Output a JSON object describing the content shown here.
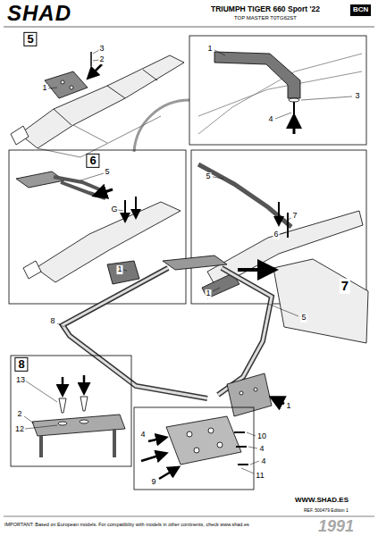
{
  "diagram": {
    "title": "TRIUMPH TIGER 660 Sport '22",
    "labels": [
      "SHAD",
      "TOP MASTER T0TG62ST",
      "BCN",
      "5",
      "1",
      "3",
      "2",
      "1",
      "3",
      "4",
      "6",
      "5",
      "G",
      "1",
      "5",
      "7",
      "6",
      "1",
      "8",
      "5",
      "7",
      "1",
      "8",
      "13",
      "2",
      "12",
      "10",
      "4",
      "4",
      "9",
      "4",
      "11",
      "WWW.SHAD.ES",
      "REF. 500479 Edition 1",
      "IMPORTANT: Based on European models. For compatibility with models in other continents, check www.shad.es",
      "1991"
    ]
  }
}
